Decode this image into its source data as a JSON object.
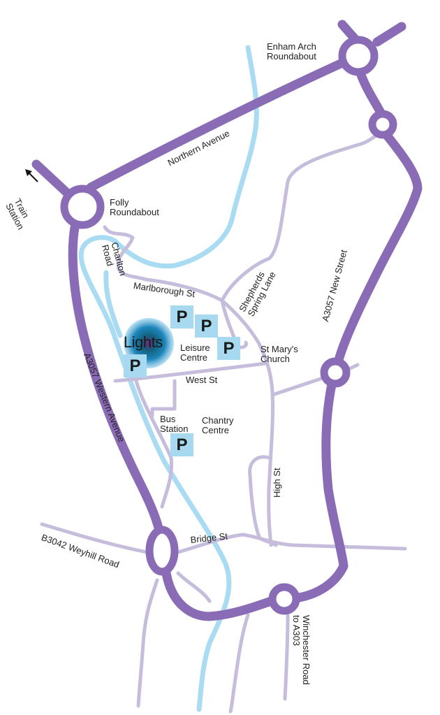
{
  "colors": {
    "main_road": "#8a6bb5",
    "minor_road": "#c6bcdb",
    "river": "#a9dcf2",
    "parking": "#a7daf0",
    "venue_glow": "#1c83b8"
  },
  "venue": {
    "name": "Lights"
  },
  "parking_symbol": "P",
  "labels": {
    "enham_arch": "Enham Arch Roundabout",
    "folly": "Folly Roundabout",
    "train_station": "Train Station",
    "northern_avenue": "Northern Avenue",
    "charlton_road": "Charlton Road",
    "marlborough": "Marlborough St",
    "shepherds": "Shepherds Spring Lane",
    "new_street": "A3057 New Street",
    "leisure": "Leisure Centre",
    "st_marys": "St Mary's Church",
    "west_st": "West St",
    "western_ave": "A3057 Western Avenue",
    "bus_station": "Bus Station",
    "chantry": "Chantry Centre",
    "high_st": "High St",
    "bridge_st": "Bridge St",
    "weyhill": "B3042 Weyhill Road",
    "winchester": "Winchester Road to A303"
  }
}
